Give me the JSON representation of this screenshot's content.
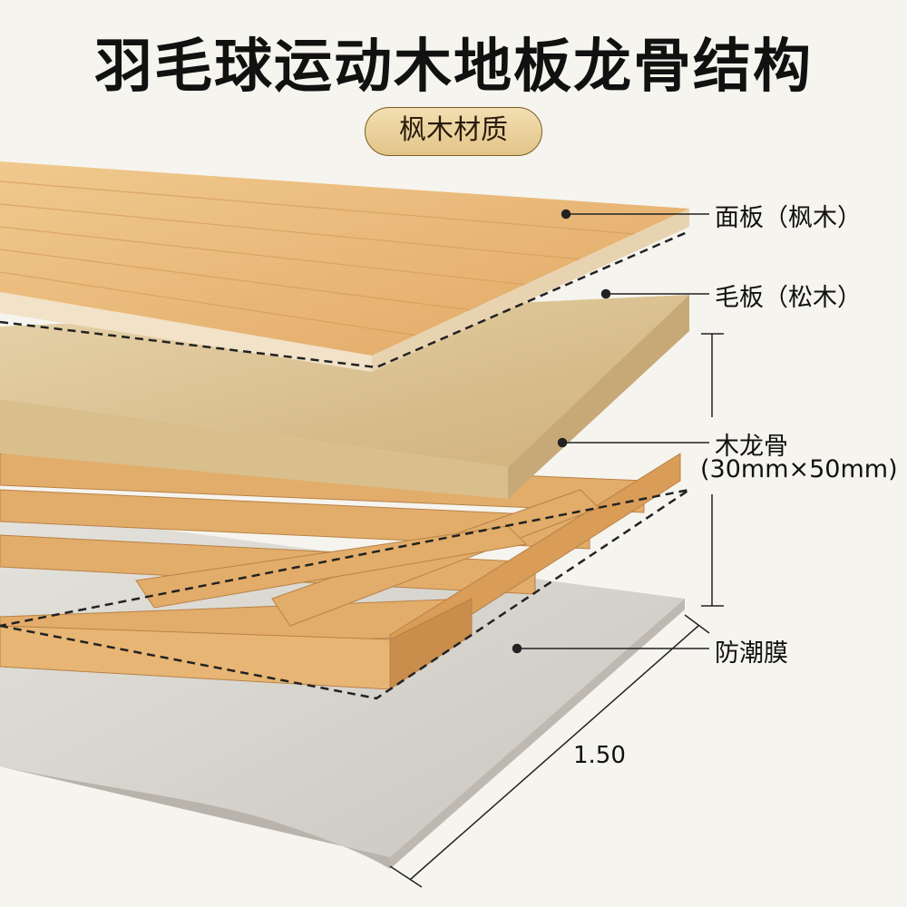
{
  "title": "羽毛球运动木地板龙骨结构",
  "badge": "枫木材质",
  "layers": [
    {
      "label": "面板（枫木）"
    },
    {
      "label": "毛板（松木）"
    },
    {
      "label": "木龙骨",
      "sub": "(30mm×50mm)"
    },
    {
      "label": "防潮膜"
    }
  ],
  "dimension": "1.50",
  "colors": {
    "maple": "#e8b772",
    "osb": "#dcc394",
    "joist": "#e2ad6a",
    "membrane": "#d6d3cc"
  }
}
